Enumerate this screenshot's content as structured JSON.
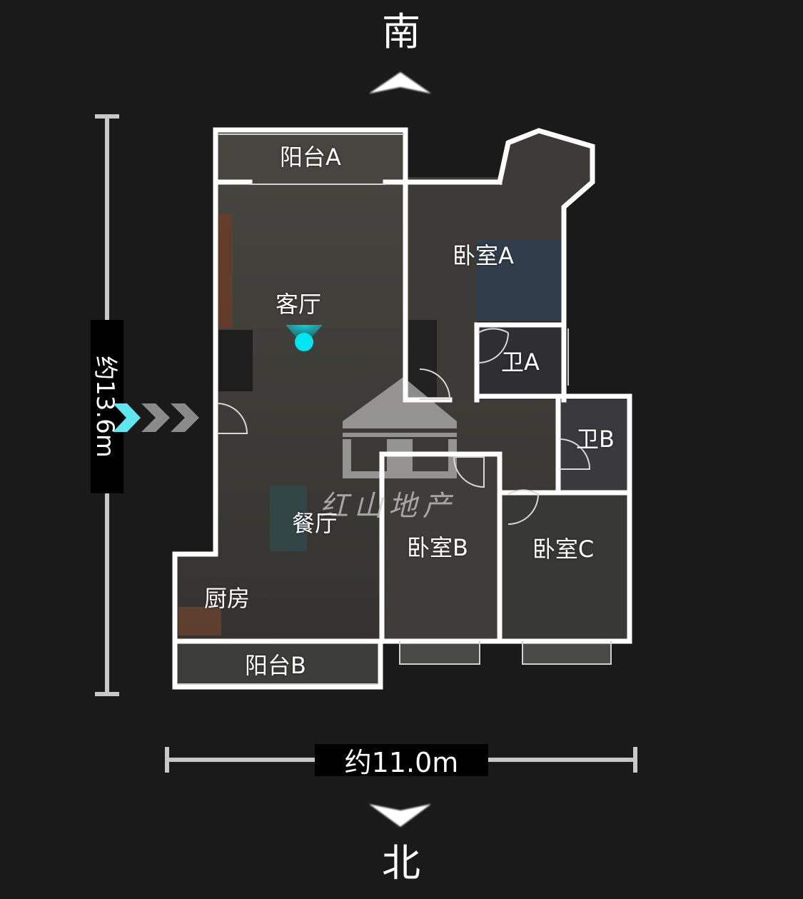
{
  "compass": {
    "top_label": "南",
    "bottom_label": "北",
    "top_arrow_icon": "chevron-up-icon",
    "bottom_arrow_icon": "chevron-down-icon"
  },
  "dimensions": {
    "height_label": "约13.6m",
    "width_label": "约11.0m"
  },
  "entrance": {
    "icon": "triple-chevron-right-icon",
    "active_color": "#5fe6ee",
    "inactive_color": "#8a8a8a"
  },
  "viewer_position": {
    "room": "客厅",
    "color": "#00e5ef"
  },
  "watermark": {
    "text": "红山地产"
  },
  "rooms": [
    {
      "id": "balcony-a",
      "label": "阳台A"
    },
    {
      "id": "living-room",
      "label": "客厅"
    },
    {
      "id": "bedroom-a",
      "label": "卧室A"
    },
    {
      "id": "bathroom-a",
      "label": "卫A"
    },
    {
      "id": "bathroom-b",
      "label": "卫B"
    },
    {
      "id": "dining-room",
      "label": "餐厅"
    },
    {
      "id": "bedroom-b",
      "label": "卧室B"
    },
    {
      "id": "bedroom-c",
      "label": "卧室C"
    },
    {
      "id": "kitchen",
      "label": "厨房"
    },
    {
      "id": "balcony-b",
      "label": "阳台B"
    }
  ],
  "colors": {
    "background": "#1a1a1a",
    "wall": "#ffffff",
    "scale_bar": "#c8c8c8",
    "floor": "#3a3935"
  }
}
